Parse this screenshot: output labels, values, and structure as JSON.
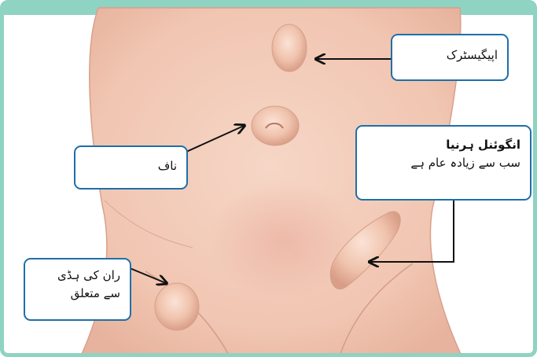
{
  "colors": {
    "frame": "#8fd3c2",
    "callout_border": "#1f6fa8",
    "skin": "#f3cbb8",
    "skin_shadow": "#e2a996",
    "arrow": "#111111"
  },
  "labels": {
    "epigastric": "اپیگیسٹرک",
    "umbilical": "ناف",
    "inguinal_title": "انگوئنل ہرنیا",
    "inguinal_sub": "سب سے زیادہ عام ہے",
    "femoral_line1": "ران کی ہڈی",
    "femoral_line2": "سے متعلق"
  }
}
